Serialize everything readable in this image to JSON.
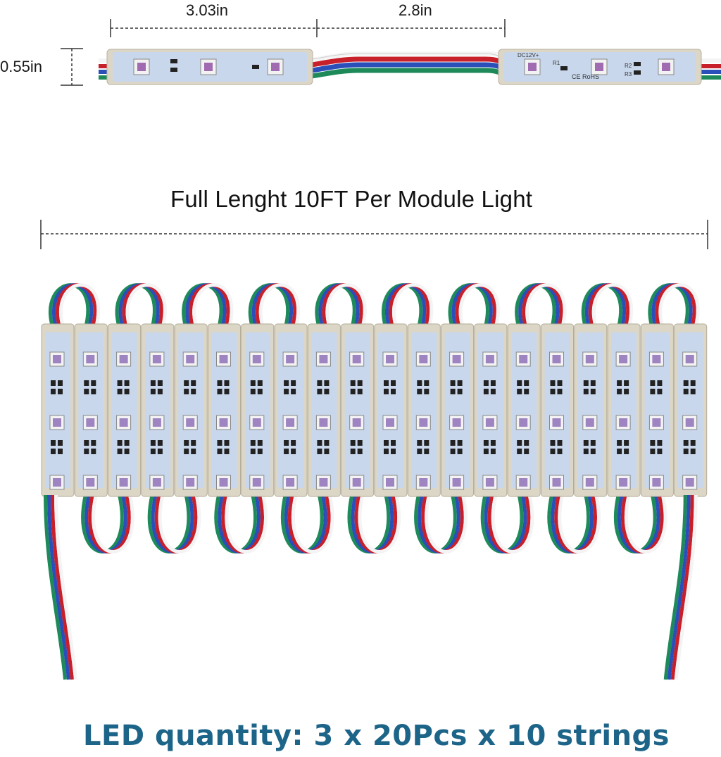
{
  "dimensions": {
    "module_length": "3.03in",
    "wire_length": "2.8in",
    "module_height": "0.55in"
  },
  "headline": "Full Lenght 10FT Per Module Light",
  "footer": "LED quantity: 3 x 20Pcs x 10 strings",
  "module_print": {
    "voltage": "DC12V+",
    "cert": "CE RoHS",
    "r1": "R1",
    "r2": "R2",
    "r3": "R3"
  },
  "wire_colors": {
    "white": "#f4f4f4",
    "red": "#c8202a",
    "blue": "#2a4fb8",
    "green": "#1e8a5a"
  },
  "module_colors": {
    "board": "#c9d7ec",
    "shell": "#dcd6c6",
    "accent_text": "#1d6489"
  },
  "module_count": 20
}
